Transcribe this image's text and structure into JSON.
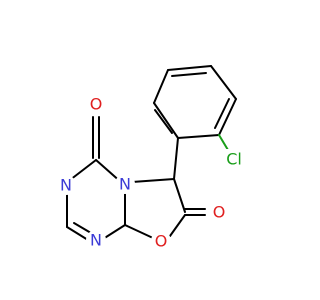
{
  "colors": {
    "background": "#ffffff",
    "bond": "#000000",
    "nitrogen": "#3b3bd6",
    "oxygen": "#e02020",
    "chlorine": "#1a9e1a"
  },
  "atoms": {
    "o_carbonyl_top": "O",
    "n_ring_left": "N",
    "n_ring_bottom": "N",
    "n_bridge": "N",
    "o_ring": "O",
    "o_carbonyl_right": "O",
    "cl_substituent": "Cl"
  }
}
